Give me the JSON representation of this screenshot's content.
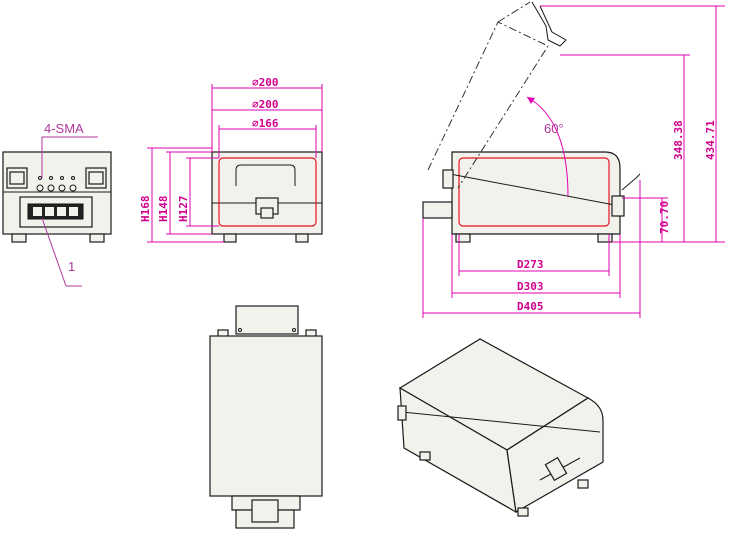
{
  "colors": {
    "dimension": "#e000b0",
    "outline": "#1a1a1a",
    "hidden_edge": "#e8141e",
    "body_fill": "#f2f2ec"
  },
  "front_view": {
    "callout_connectors": "4-SMA",
    "callout_item": "1"
  },
  "side_view": {
    "width_outer": "∅200",
    "width_mid": "∅200",
    "width_inner": "∅166",
    "height_168": "H168",
    "height_148": "H148",
    "height_127": "H127"
  },
  "open_view": {
    "lid_angle": "60°",
    "height_open_total": "434.71",
    "height_open": "348.38",
    "height_axis": "70.70",
    "depth_273": "D273",
    "depth_303": "D303",
    "depth_405": "D405"
  }
}
